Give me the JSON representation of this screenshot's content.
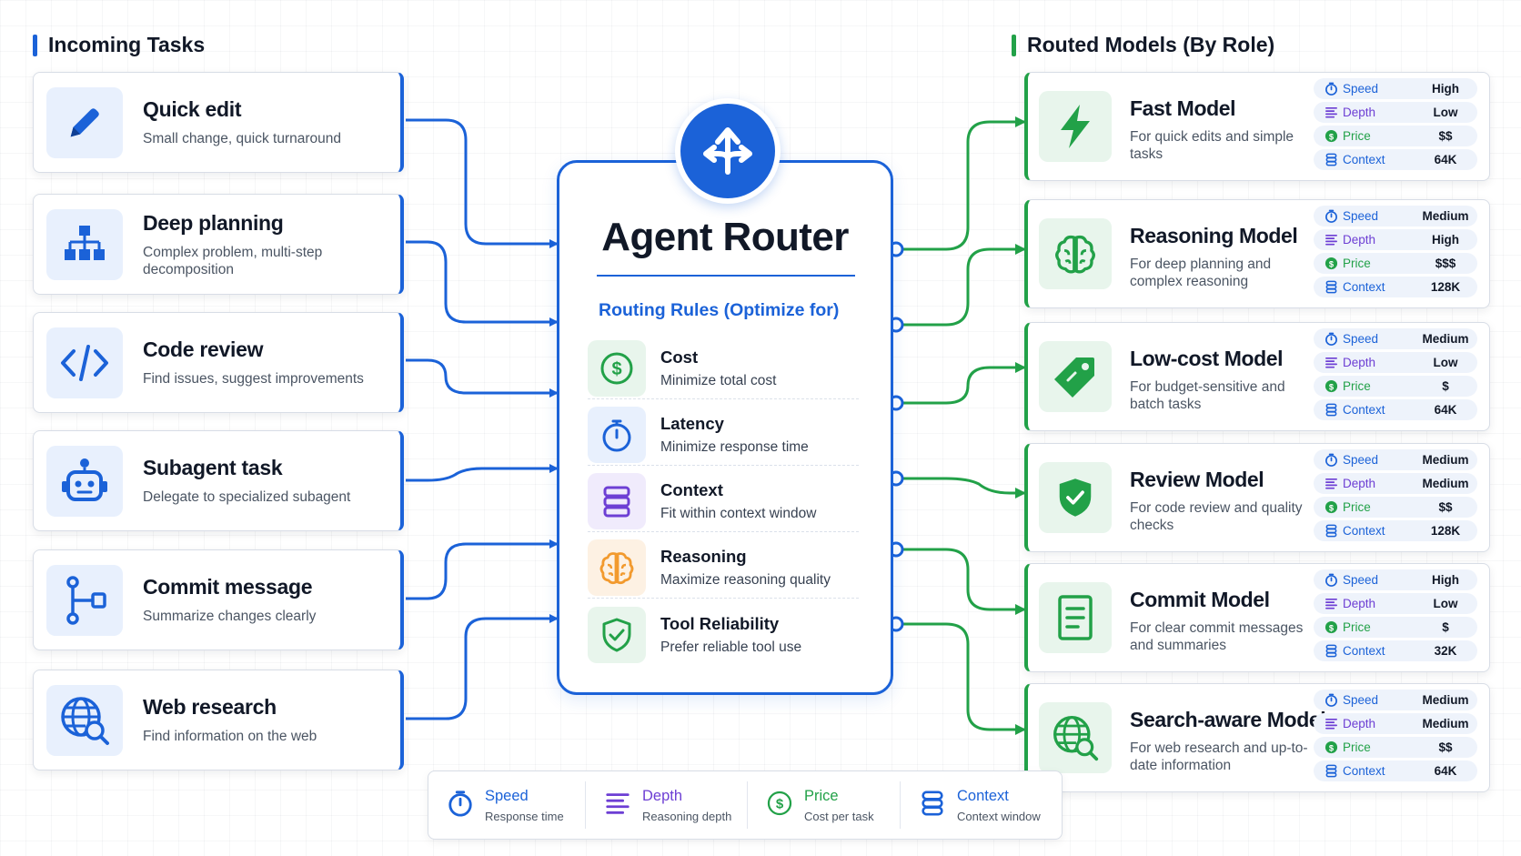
{
  "colors": {
    "blue": "#1b62d8",
    "green": "#22a148",
    "purple": "#6d3fd4",
    "orange": "#f29a2e",
    "text": "#111827"
  },
  "headers": {
    "incoming": "Incoming Tasks",
    "routed": "Routed Models (By Role)"
  },
  "tasks": [
    {
      "title": "Quick edit",
      "desc": "Small change, quick turnaround",
      "icon": "pencil-icon"
    },
    {
      "title": "Deep planning",
      "desc": "Complex problem, multi-step decomposition",
      "icon": "hierarchy-icon"
    },
    {
      "title": "Code review",
      "desc": "Find issues, suggest improvements",
      "icon": "code-icon"
    },
    {
      "title": "Subagent task",
      "desc": "Delegate to specialized subagent",
      "icon": "robot-icon"
    },
    {
      "title": "Commit message",
      "desc": "Summarize changes clearly",
      "icon": "git-branch-icon"
    },
    {
      "title": "Web research",
      "desc": "Find information on the web",
      "icon": "globe-search-icon"
    }
  ],
  "router": {
    "title": "Agent Router",
    "subtitle": "Routing Rules (Optimize for)",
    "icon": "split-arrows-icon",
    "rules": [
      {
        "title": "Cost",
        "desc": "Minimize total cost",
        "icon": "dollar-icon"
      },
      {
        "title": "Latency",
        "desc": "Minimize response time",
        "icon": "stopwatch-icon"
      },
      {
        "title": "Context",
        "desc": "Fit within context window",
        "icon": "database-icon"
      },
      {
        "title": "Reasoning",
        "desc": "Maximize reasoning quality",
        "icon": "brain-icon"
      },
      {
        "title": "Tool Reliability",
        "desc": "Prefer reliable tool use",
        "icon": "shield-check-icon"
      }
    ]
  },
  "spec_labels": {
    "speed": "Speed",
    "depth": "Depth",
    "price": "Price",
    "context": "Context"
  },
  "models": [
    {
      "title": "Fast Model",
      "desc": "For quick edits and simple tasks",
      "icon": "lightning-icon",
      "speed": "High",
      "depth": "Low",
      "price": "$$",
      "context": "64K"
    },
    {
      "title": "Reasoning Model",
      "desc": "For deep planning and complex reasoning",
      "icon": "brain-icon",
      "speed": "Medium",
      "depth": "High",
      "price": "$$$",
      "context": "128K"
    },
    {
      "title": "Low-cost Model",
      "desc": "For budget-sensitive and batch tasks",
      "icon": "tag-icon",
      "speed": "Medium",
      "depth": "Low",
      "price": "$",
      "context": "64K"
    },
    {
      "title": "Review Model",
      "desc": "For code review and quality checks",
      "icon": "shield-check-icon",
      "speed": "Medium",
      "depth": "Medium",
      "price": "$$",
      "context": "128K"
    },
    {
      "title": "Commit Model",
      "desc": "For clear commit messages and summaries",
      "icon": "document-icon",
      "speed": "High",
      "depth": "Low",
      "price": "$",
      "context": "32K"
    },
    {
      "title": "Search-aware Model",
      "desc": "For web research and up-to-date information",
      "icon": "globe-search-icon",
      "speed": "Medium",
      "depth": "Medium",
      "price": "$$",
      "context": "64K"
    }
  ],
  "legend": [
    {
      "label": "Speed",
      "desc": "Response time",
      "icon": "stopwatch-icon"
    },
    {
      "label": "Depth",
      "desc": "Reasoning depth",
      "icon": "depth-icon"
    },
    {
      "label": "Price",
      "desc": "Cost per task",
      "icon": "dollar-icon"
    },
    {
      "label": "Context",
      "desc": "Context window",
      "icon": "database-icon"
    }
  ]
}
